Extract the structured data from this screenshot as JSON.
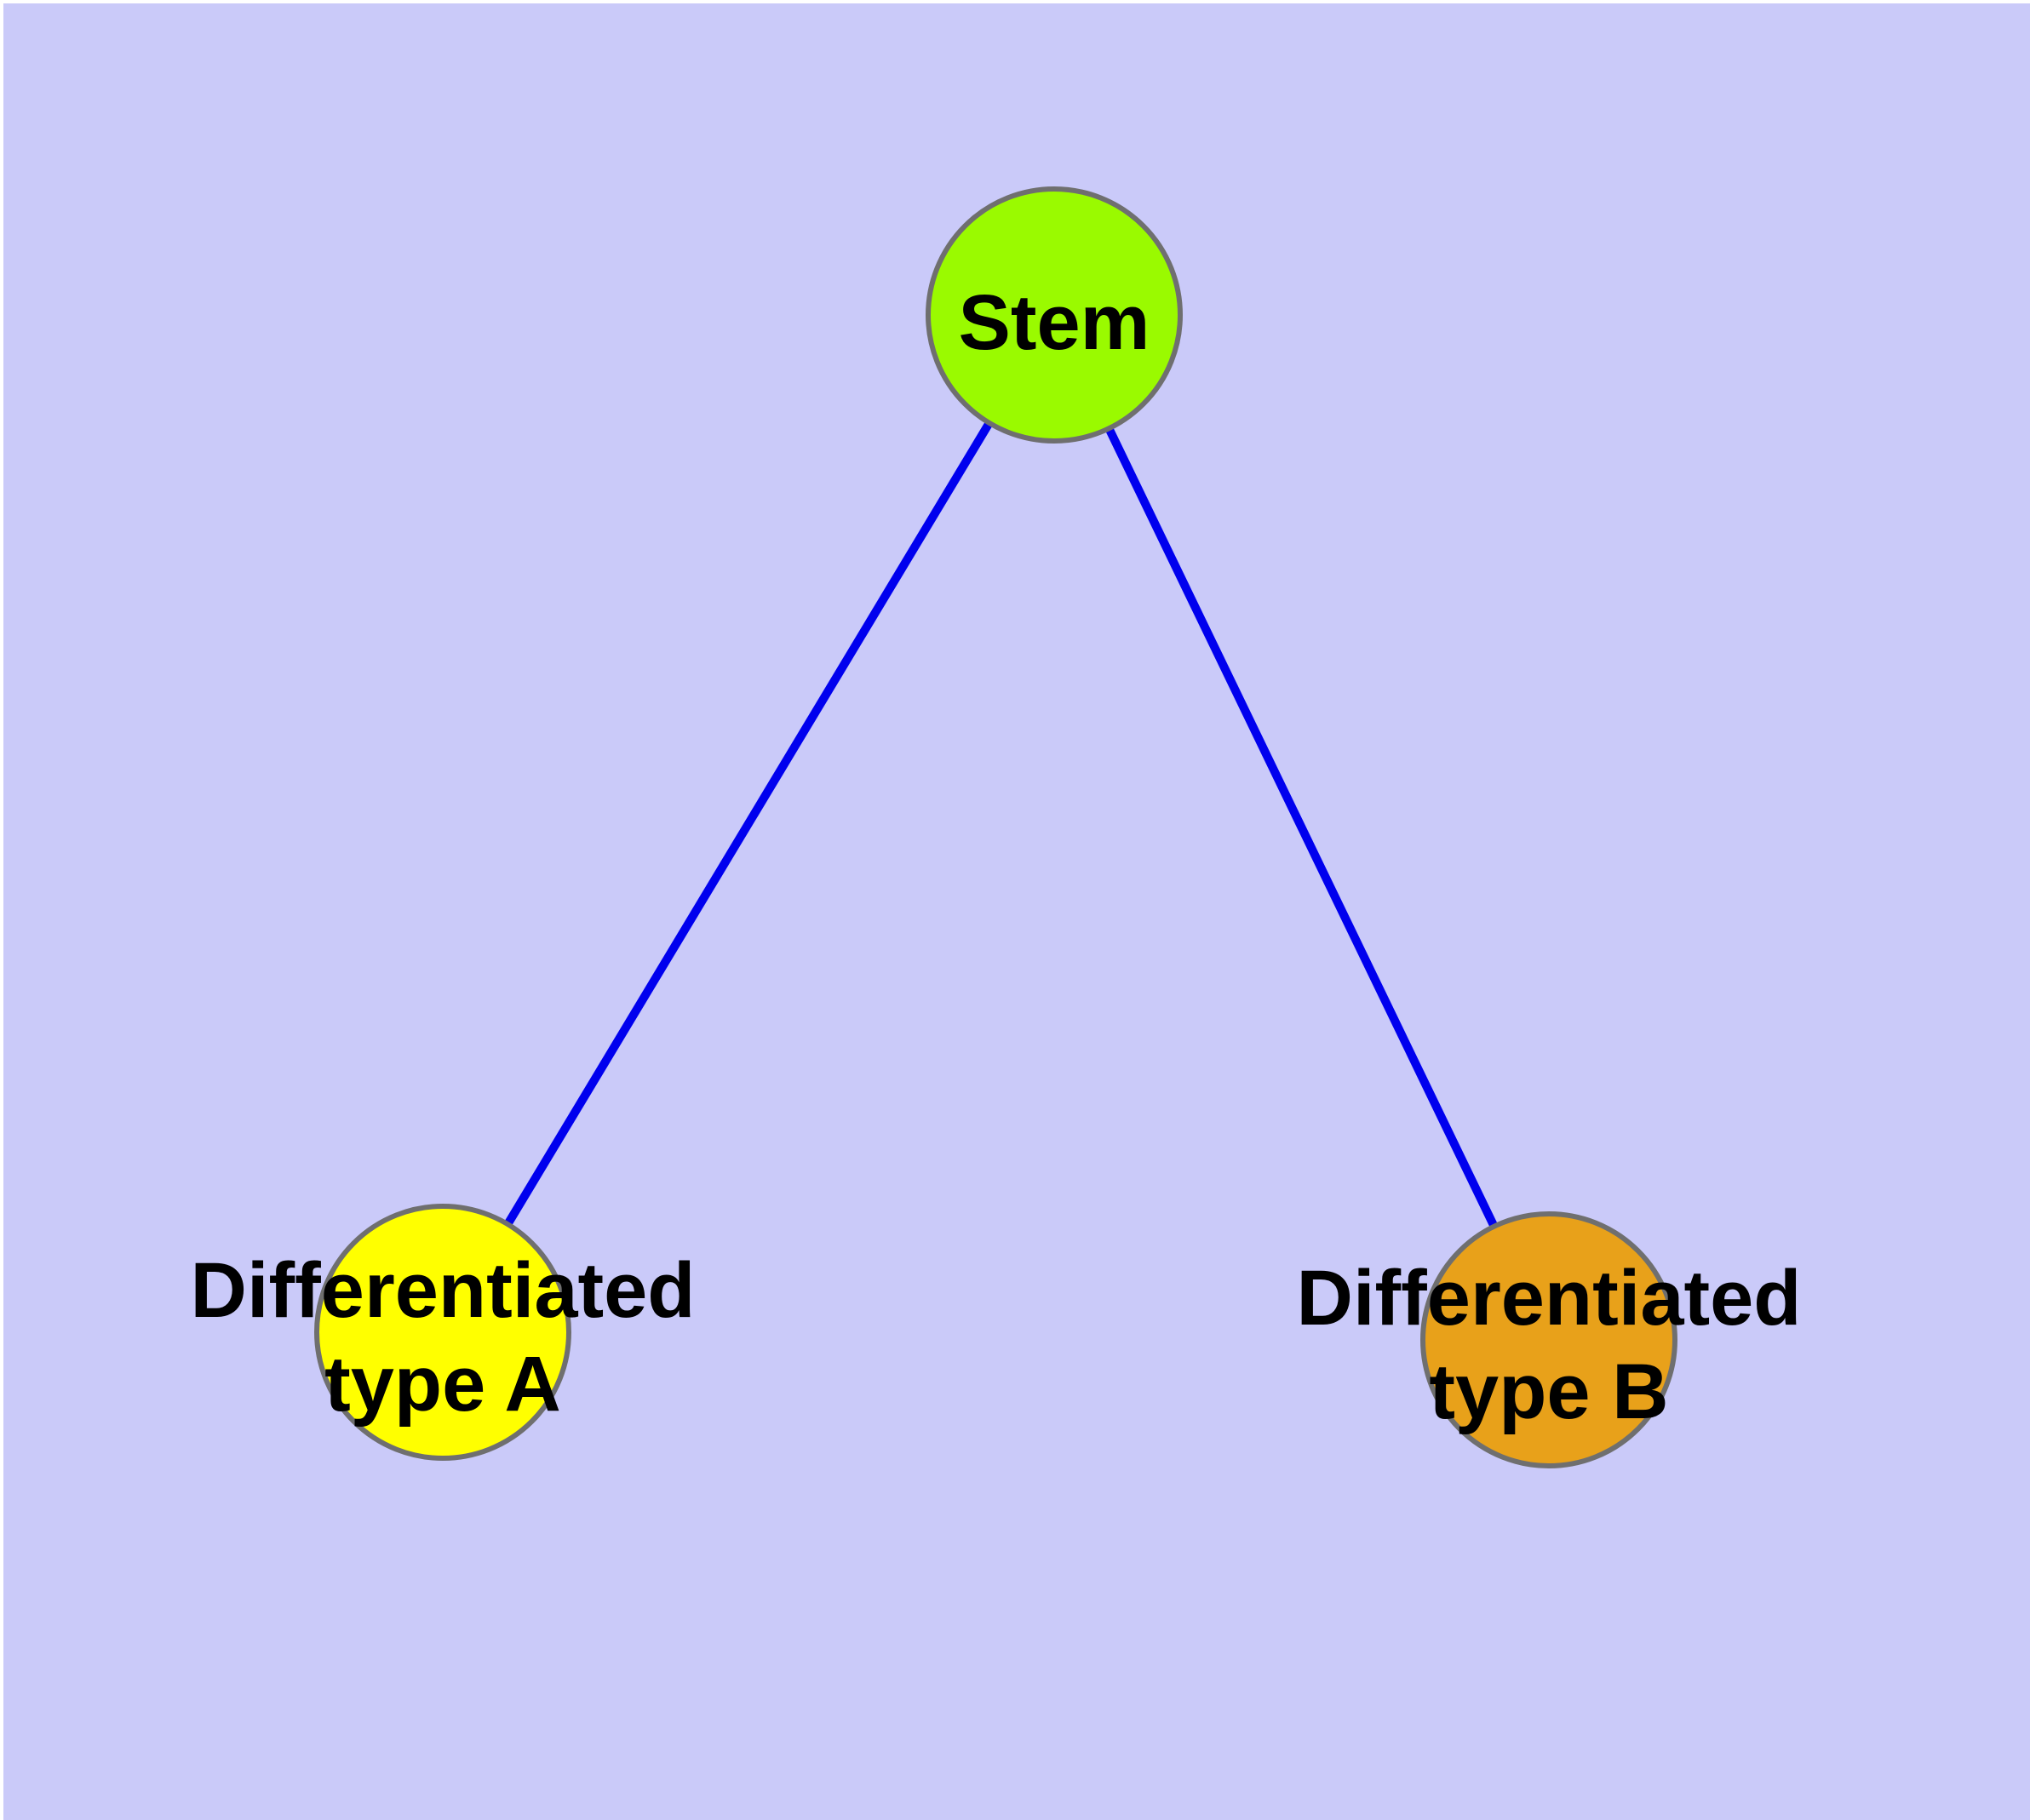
{
  "diagram": {
    "background_color": "#CACAF9",
    "page_margin_color": "#FFFFFF",
    "node_border_color": "#6F6F6F",
    "nodes": {
      "stem": {
        "label": "Stem",
        "color": "#9AFA00"
      },
      "type_a": {
        "label_line1": "Differentiated",
        "label_line2": "type A",
        "label_full": "Differentiated type A",
        "color": "#FFFF00"
      },
      "type_b": {
        "label_line1": "Differentiated",
        "label_line2": "type B",
        "label_full": "Differentiated type B",
        "color": "#E8A11A"
      }
    },
    "edges": [
      {
        "from": "Stem",
        "to": "Differentiated type A",
        "color": "#0000EE"
      },
      {
        "from": "Stem",
        "to": "Differentiated type B",
        "color": "#0000EE"
      }
    ]
  }
}
